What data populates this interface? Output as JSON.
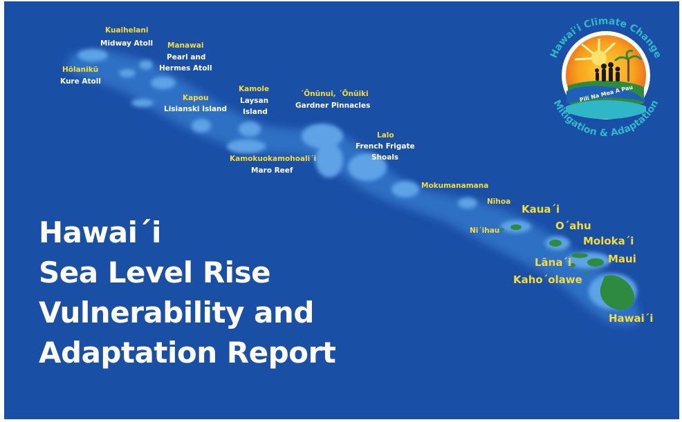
{
  "title": {
    "lines": [
      "Hawai´i",
      "Sea Level Rise",
      "Vulnerability and",
      "Adaptation Report"
    ]
  },
  "logo": {
    "ring_top": "Hawai'i Climate Change",
    "ring_bottom": "Mitigation & Adaptation",
    "banner": "Pili Na Mea A Pau"
  },
  "colors": {
    "ocean": "#1a4fa6",
    "shallow": "#3f86d6",
    "reef": "#6fb3ee",
    "native_label": "#f4dc3a",
    "english_label": "#ffffff",
    "land": "#2e8a3e"
  },
  "labels": {
    "kuaihelani": "Kuaihelani",
    "midway": "Midway Atoll",
    "manawai": "Manawai",
    "pearl1": "Pearl and",
    "pearl2": "Hermes Atoll",
    "holaniku": "Hōlanikū",
    "kure": "Kure Atoll",
    "kapou": "Kapou",
    "lisianski": "Lisianski Island",
    "kamole": "Kamole",
    "laysan1": "Laysan",
    "laysan2": "Island",
    "onunui": "´Ōnūnui, ´Ōnūiki",
    "gardner": "Gardner Pinnacles",
    "lalo": "Lalo",
    "french1": "French Frigate",
    "french2": "Shoals",
    "kamokuo": "Kamokuokamohoali´i",
    "maro": "Maro Reef",
    "mokumanamana": "Mokumanamana",
    "nihoa": "Nīhoa",
    "niihau": "Ni´ihau",
    "kauai": "Kaua´i",
    "oahu": "O´ahu",
    "molokai": "Moloka´i",
    "maui": "Maui",
    "lanai": "Lāna´i",
    "kahoolawe": "Kaho´olawe",
    "hawaii": "Hawai´i"
  }
}
